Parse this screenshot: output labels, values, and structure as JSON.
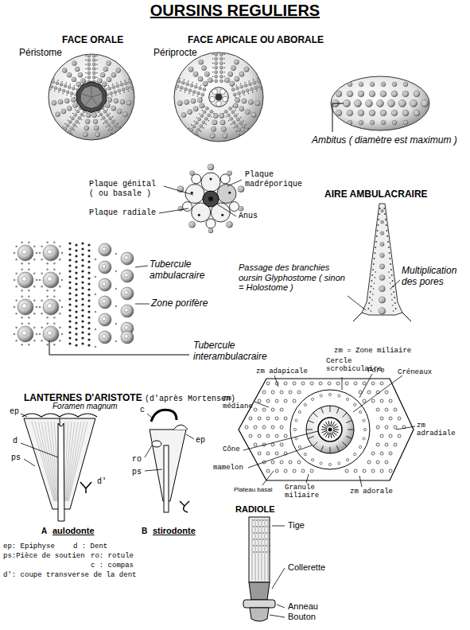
{
  "diagram": {
    "title": "OURSINS REGULIERS",
    "labels": [
      "FACE ORALE",
      "Péristome",
      "FACE APICALE OU ABORALE",
      "Périprocte",
      "Ambitus ( diamètre est maximum )",
      "Plaque génital ( ou basale )",
      "Plaque madréporique",
      "Plaque radiale",
      "Anus",
      "AIRE AMBULACRAIRE",
      "Tubercule ambulacraire",
      "Zone porifère",
      "Passage des branchies oursin Glyphostome ( sinon = Holostome )",
      "Multiplication des pores",
      "Tubercule interambulacraire",
      "zm = Zone miliaire",
      "zm adapicale",
      "Cercle scrobiculaire",
      "Pore",
      "Créneaux",
      "zm médiane",
      "zm adradiale",
      "Cône",
      "mamelon",
      "Granule miliaire",
      "Plateau basal",
      "zm adorale",
      "LANTERNES D'ARISTOTE",
      "(d'après Mortensen)",
      "Foramen magnum",
      "ep",
      "d",
      "ps",
      "d'",
      "A",
      "aulodonte",
      "c",
      "ep",
      "ro",
      "ps",
      "B",
      "stirodonte",
      "ep: Epiphyse",
      "d : Dent",
      "ps:Pièce de soutien",
      "ro: rotule",
      "c : compas",
      "d': coupe transverse de la dent",
      "RADIOLE",
      "Tige",
      "Collerette",
      "Anneau",
      "Bouton"
    ]
  }
}
